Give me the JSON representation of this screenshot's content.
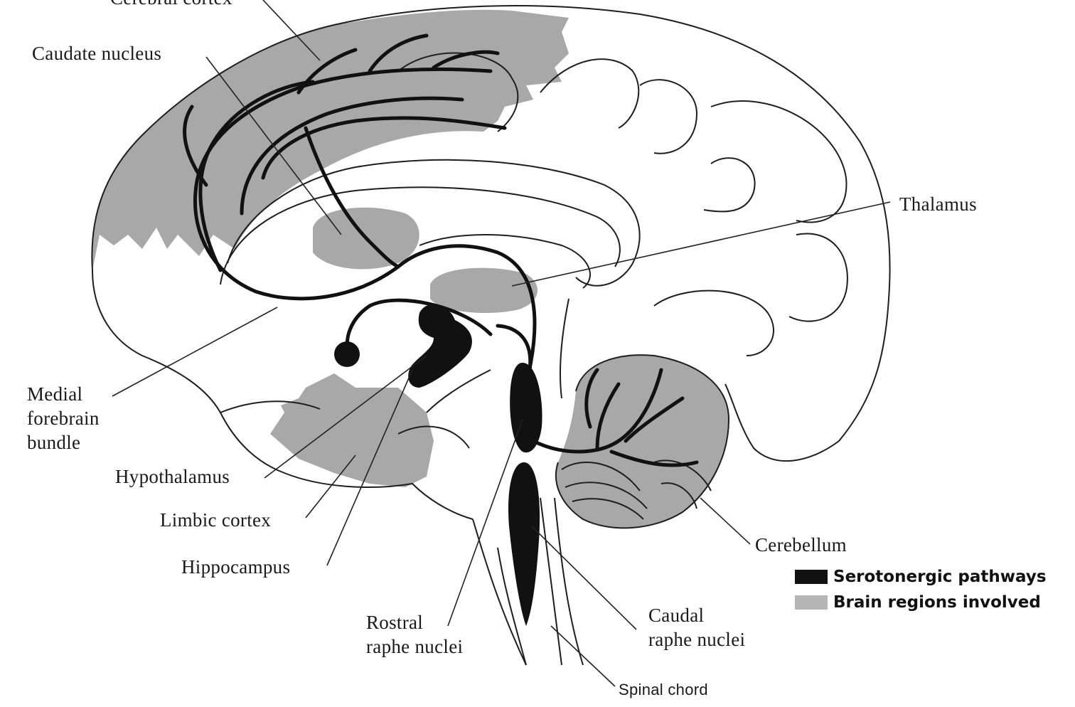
{
  "colors": {
    "serotonergic": "#111111",
    "region": "#a8a8a8",
    "outline": "#1e1e1e",
    "background": "#ffffff"
  },
  "labels": {
    "cerebral_cortex": "Cerebral cortex",
    "caudate_nucleus": "Caudate nucleus",
    "thalamus": "Thalamus",
    "medial_forebrain_line1": "Medial",
    "medial_forebrain_line2": "forebrain",
    "medial_forebrain_line3": "bundle",
    "hypothalamus": "Hypothalamus",
    "limbic_cortex": "Limbic cortex",
    "hippocampus": "Hippocampus",
    "rostral_line1": "Rostral",
    "rostral_line2": "raphe nuclei",
    "caudal_line1": "Caudal",
    "caudal_line2": "raphe nuclei",
    "cerebellum": "Cerebellum",
    "spinal_chord": "Spinal chord"
  },
  "legend": {
    "items": [
      {
        "label": "Serotonergic pathways",
        "color": "#111111"
      },
      {
        "label": "Brain regions involved",
        "color": "#b5b5b5"
      }
    ]
  }
}
